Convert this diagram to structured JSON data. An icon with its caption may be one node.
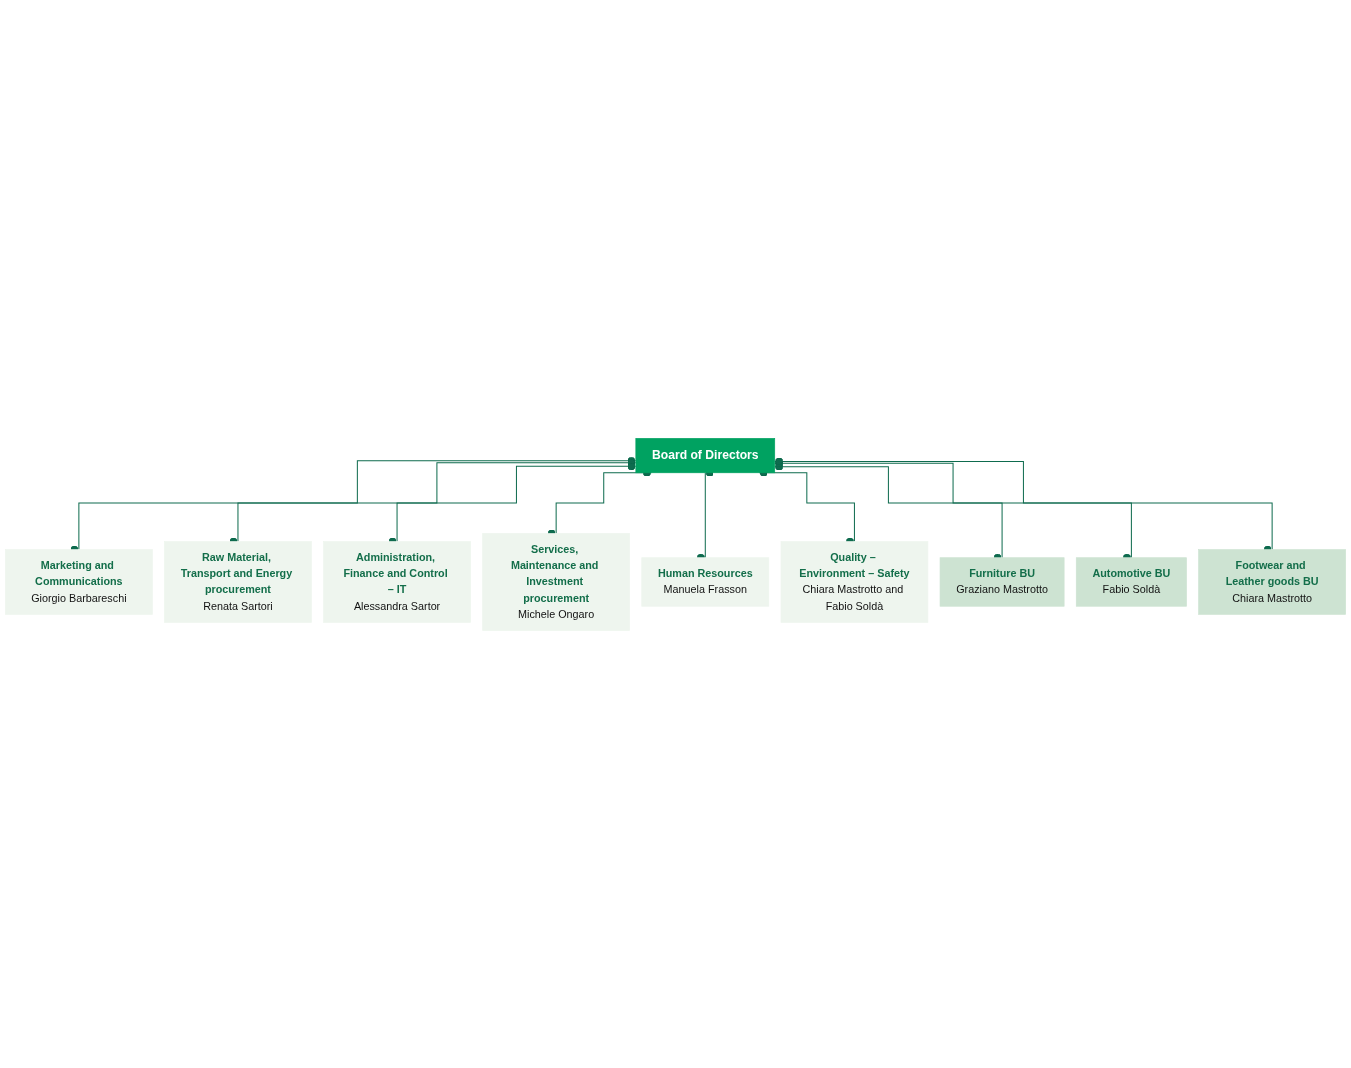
{
  "diagram": {
    "nodes": [
      {
        "text": [
          "Board of Directors"
        ]
      },
      {
        "text": [
          "Marketing and Communications",
          "Giorgio Barbareschi"
        ]
      },
      {
        "text": [
          "Raw Material, Transport and Energy procurement",
          "Renata Sartori"
        ]
      },
      {
        "text": [
          "Administration, Finance and Control – IT",
          "Alessandra Sartor"
        ]
      },
      {
        "text": [
          "Services, Maintenance and Investment procurement",
          "Michele Ongaro"
        ]
      },
      {
        "text": [
          "Human Resources",
          "Manuela Frasson"
        ]
      },
      {
        "text": [
          "Quality – Environment – Safety",
          "Chiara Mastrotto and Fabio Soldà"
        ]
      },
      {
        "text": [
          "Furniture BU",
          "Graziano Mastrotto"
        ]
      },
      {
        "text": [
          "Automotive BU",
          "Fabio Soldà"
        ]
      },
      {
        "text": [
          "Footwear and Leather goods BU",
          "Chiara Mastrotto"
        ]
      }
    ],
    "edges": [
      {
        "from": 0,
        "to": 1,
        "arrow": "other"
      },
      {
        "from": 0,
        "to": 2,
        "arrow": "other"
      },
      {
        "from": 0,
        "to": 3,
        "arrow": "other"
      },
      {
        "from": 0,
        "to": 4,
        "arrow": "other"
      },
      {
        "from": 0,
        "to": 5,
        "arrow": "other"
      },
      {
        "from": 0,
        "to": 6,
        "arrow": "other"
      },
      {
        "from": 0,
        "to": 7,
        "arrow": "other"
      },
      {
        "from": 0,
        "to": 8,
        "arrow": "other"
      },
      {
        "from": 0,
        "to": 9,
        "arrow": "other"
      }
    ]
  }
}
